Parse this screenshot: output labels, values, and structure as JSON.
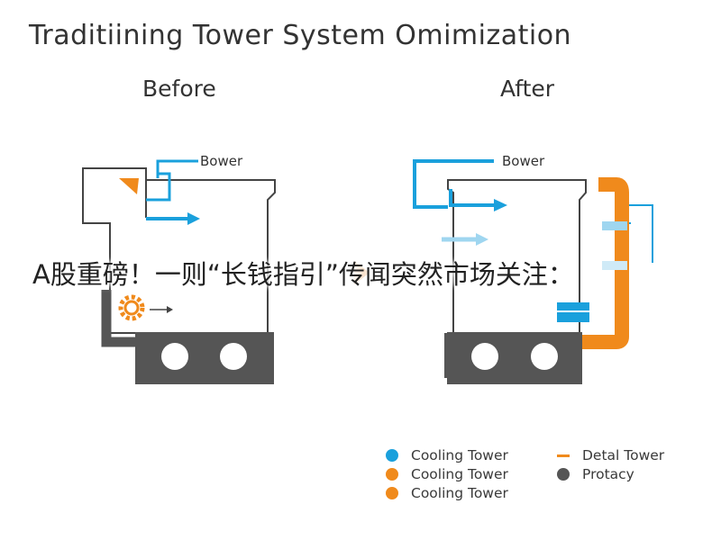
{
  "title": "Traditiining Tower System Omimization",
  "panels": {
    "before": {
      "heading": "Before",
      "callout": "Bower"
    },
    "after": {
      "heading": "After",
      "callout": "Bower"
    }
  },
  "overlay_caption": "A股重磅！一则“长钱指引”传闻突然市场关注：",
  "legend": [
    {
      "label": "Cooling Tower",
      "marker": "dot",
      "color": "#1aa0dc"
    },
    {
      "label": "Cooling Tower",
      "marker": "dot",
      "color": "#f08a1c"
    },
    {
      "label": "Cooling Tower",
      "marker": "dot",
      "color": "#f08a1c"
    },
    {
      "label": "Detal Tower",
      "marker": "dash",
      "color": "#f08a1c"
    },
    {
      "label": "Protacy",
      "marker": "dot",
      "color": "#555555"
    }
  ],
  "colors": {
    "blue": "#1aa0dc",
    "light_blue": "#9fd6f0",
    "orange": "#f08a1c",
    "dark_gray": "#555555",
    "outline": "#444444"
  }
}
